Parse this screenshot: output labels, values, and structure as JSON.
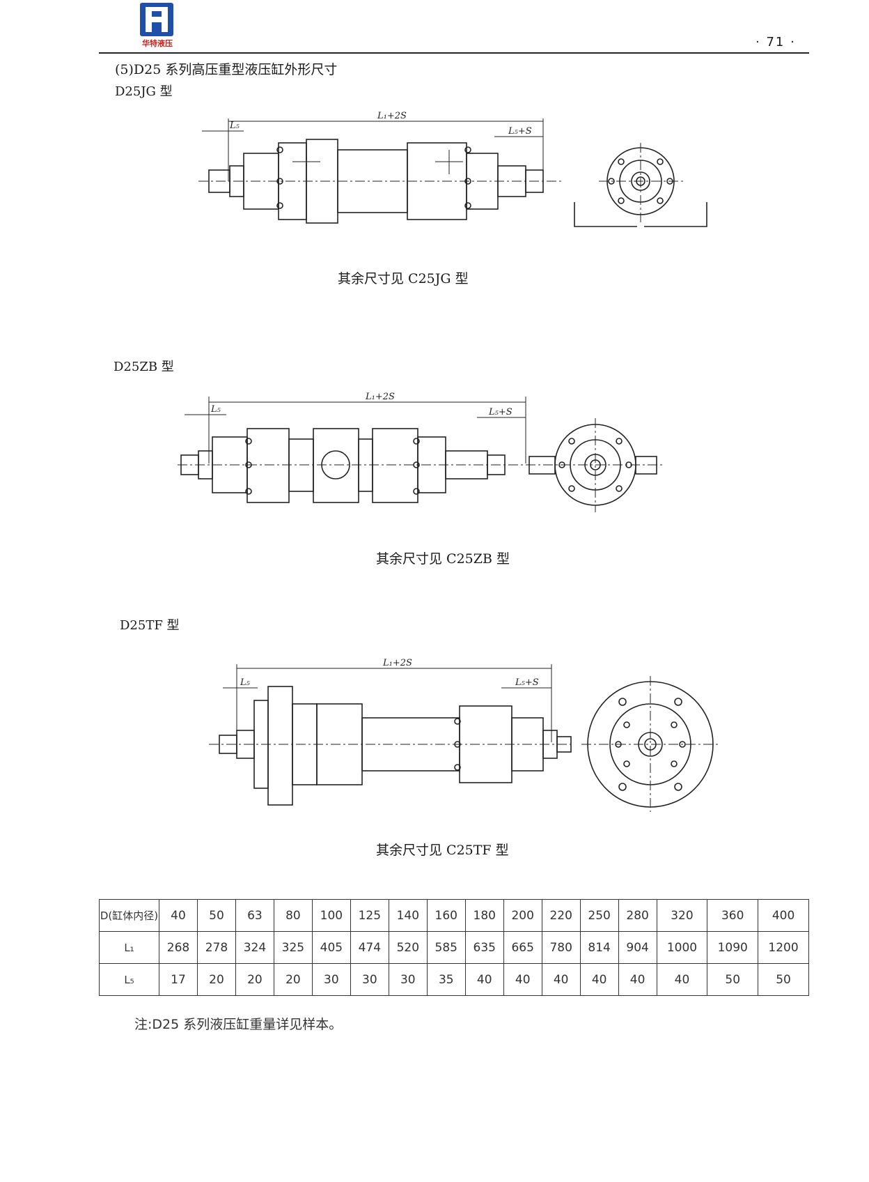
{
  "header": {
    "logo_brand": "华特液压",
    "page_number": "· 71 ·"
  },
  "section_title": "(5)D25 系列高压重型液压缸外形尺寸",
  "figures": [
    {
      "title": "D25JG 型",
      "caption": "其余尺寸见 C25JG 型",
      "dim_overall": "L₁+2S",
      "dim_left": "L₅",
      "dim_right": "L₅+S"
    },
    {
      "title": "D25ZB 型",
      "caption": "其余尺寸见 C25ZB 型",
      "dim_overall": "L₁+2S",
      "dim_left": "L₅",
      "dim_right": "L₅+S"
    },
    {
      "title": "D25TF 型",
      "caption": "其余尺寸见 C25TF 型",
      "dim_overall": "L₁+2S",
      "dim_left": "L₅",
      "dim_right": "L₅+S"
    }
  ],
  "dimension_table": {
    "rows": [
      {
        "label": "D(缸体内径)",
        "values": [
          "40",
          "50",
          "63",
          "80",
          "100",
          "125",
          "140",
          "160",
          "180",
          "200",
          "220",
          "250",
          "280",
          "320",
          "360",
          "400"
        ]
      },
      {
        "label": "L₁",
        "values": [
          "268",
          "278",
          "324",
          "325",
          "405",
          "474",
          "520",
          "585",
          "635",
          "665",
          "780",
          "814",
          "904",
          "1000",
          "1090",
          "1200"
        ]
      },
      {
        "label": "L₅",
        "values": [
          "17",
          "20",
          "20",
          "20",
          "30",
          "30",
          "30",
          "35",
          "40",
          "40",
          "40",
          "40",
          "40",
          "40",
          "50",
          "50"
        ]
      }
    ]
  },
  "note": "注:D25 系列液压缸重量详见样本。"
}
